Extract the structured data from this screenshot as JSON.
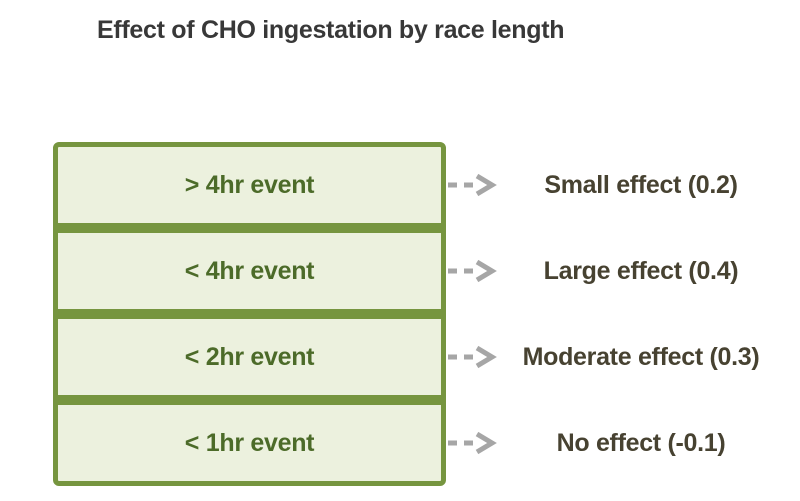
{
  "title": "Effect of CHO ingestation by race length",
  "rows": [
    {
      "event": "> 4hr event",
      "effect": "Small effect (0.2)"
    },
    {
      "event": "< 4hr event",
      "effect": "Large effect (0.4)"
    },
    {
      "event": "< 2hr event",
      "effect": "Moderate effect (0.3)"
    },
    {
      "event": "< 1hr event",
      "effect": "No effect (-0.1)"
    }
  ],
  "colors": {
    "background": "#ffffff",
    "title_text": "#383838",
    "box_fill": "#ecf1de",
    "box_border": "#76953f",
    "box_text": "#4c6b29",
    "effect_text": "#474231",
    "arrow": "#a6a6a6"
  }
}
